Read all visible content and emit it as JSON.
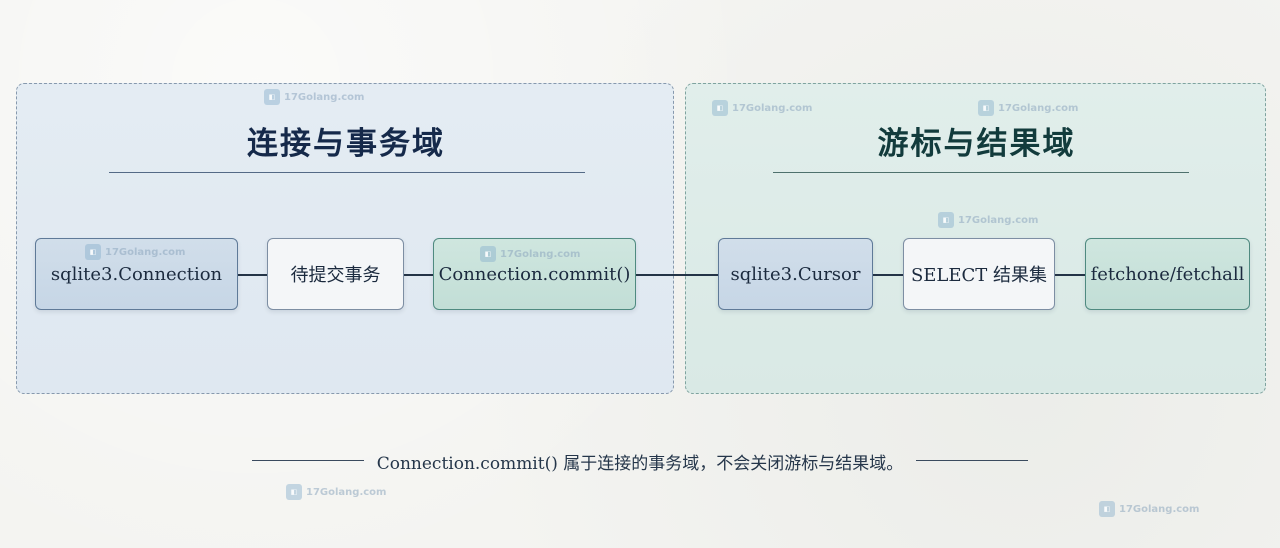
{
  "left_domain": {
    "title": "连接与事务域",
    "nodes": [
      "sqlite3.Connection",
      "待提交事务",
      "Connection.commit()"
    ]
  },
  "right_domain": {
    "title": "游标与结果域",
    "nodes": [
      "sqlite3.Cursor",
      "SELECT 结果集",
      "fetchone/fetchall"
    ]
  },
  "footer": {
    "text": "Connection.commit() 属于连接的事务域，不会关闭游标与结果域。"
  },
  "watermark": {
    "text": "17Golang.com",
    "icon": "logo-icon"
  },
  "colors": {
    "left_panel": "#e1e9f2",
    "right_panel": "#dcebe7",
    "accent_blue": "#5f7a98",
    "accent_teal": "#4f8a80",
    "title": "#15294a"
  }
}
